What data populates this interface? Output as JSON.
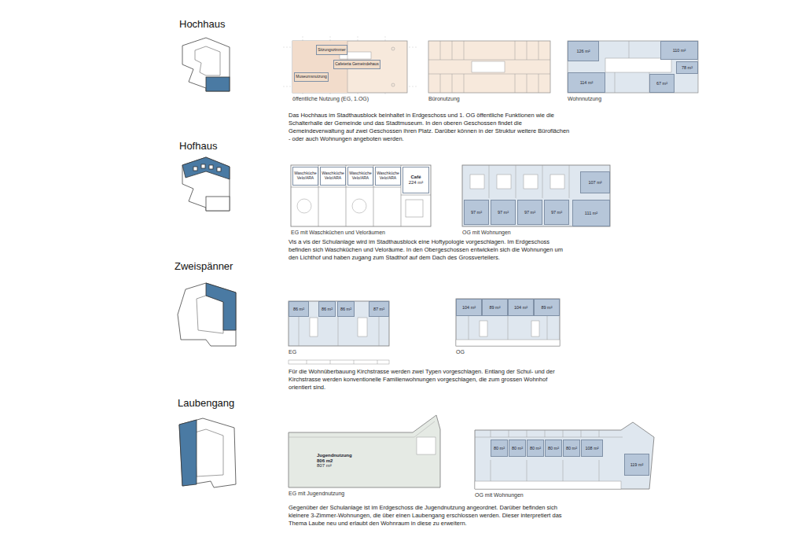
{
  "diagram": {
    "nodes": [
      {
        "text": [
          "öffentliche Nutzung (EG, 1.OG)"
        ]
      },
      {
        "text": [
          "Sitzungszimmer"
        ],
        "in": 0
      },
      {
        "text": [
          "Cafeteria Gemeindehaus"
        ],
        "in": 0
      },
      {
        "text": [
          "Museumsnutzung"
        ],
        "in": 0
      },
      {
        "text": [
          "Büronutzung"
        ]
      },
      {
        "text": [
          "Wohnnutzung"
        ]
      },
      {
        "text": [
          "126 m²"
        ],
        "in": 5
      },
      {
        "text": [
          "110 m²"
        ],
        "in": 5
      },
      {
        "text": [
          "78 m²"
        ],
        "in": 5
      },
      {
        "text": [
          "114 m²"
        ],
        "in": 5
      },
      {
        "text": [
          "67 m²"
        ],
        "in": 5
      },
      {
        "text": [
          "EG mit Waschküchen und Veloräumen"
        ]
      },
      {
        "text": [
          "Waschküche Velo/ARA"
        ],
        "in": 11
      },
      {
        "text": [
          "Waschküche Velo/ARA"
        ],
        "in": 11
      },
      {
        "text": [
          "Waschküche Velo/ARA"
        ],
        "in": 11
      },
      {
        "text": [
          "Waschküche Velo/ARA"
        ],
        "in": 11
      },
      {
        "text": [
          "Café",
          "224 m²"
        ],
        "in": 11
      },
      {
        "text": [
          "OG mit Wohnungen"
        ]
      },
      {
        "text": [
          "107 m²"
        ],
        "in": 17
      },
      {
        "text": [
          "97 m²"
        ],
        "in": 17
      },
      {
        "text": [
          "97 m²"
        ],
        "in": 17
      },
      {
        "text": [
          "97 m²"
        ],
        "in": 17
      },
      {
        "text": [
          "97 m²"
        ],
        "in": 17
      },
      {
        "text": [
          "111 m²"
        ],
        "in": 17
      },
      {
        "text": [
          "EG"
        ]
      },
      {
        "text": [
          "86 m²"
        ],
        "in": 24
      },
      {
        "text": [
          "86 m²"
        ],
        "in": 24
      },
      {
        "text": [
          "86 m²"
        ],
        "in": 24
      },
      {
        "text": [
          "87 m²"
        ],
        "in": 24
      },
      {
        "text": [
          "OG"
        ]
      },
      {
        "text": [
          "104 m²"
        ],
        "in": 29
      },
      {
        "text": [
          "89 m²"
        ],
        "in": 29
      },
      {
        "text": [
          "104 m²"
        ],
        "in": 29
      },
      {
        "text": [
          "89 m²"
        ],
        "in": 29
      },
      {
        "text": [
          "EG mit Jugendnutzung"
        ]
      },
      {
        "text": [
          "Jugendnutzung",
          "806 m2",
          "807 m²"
        ],
        "in": 34
      },
      {
        "text": [
          "OG mit Wohnungen"
        ]
      },
      {
        "text": [
          "80 m²"
        ],
        "in": 36
      },
      {
        "text": [
          "80 m²"
        ],
        "in": 36
      },
      {
        "text": [
          "80 m²"
        ],
        "in": 36
      },
      {
        "text": [
          "80 m²"
        ],
        "in": 36
      },
      {
        "text": [
          "80 m²"
        ],
        "in": 36
      },
      {
        "text": [
          "108 m²"
        ],
        "in": 36
      },
      {
        "text": [
          "119 m²"
        ],
        "in": 36
      }
    ],
    "labels": [
      "Hochhaus",
      "Das Hochhaus im Stadthausblock beinhaltet in Erdgeschoss und 1. OG öffentliche Funktionen wie die Schalterhalle der Gemeinde und das Stadtmuseum. In den oberen Geschossen findet die Gemeindeverwaltung auf zwei Geschossen ihren Platz. Darüber können in der Struktur weitere Büroflächen - oder auch Wohnungen angeboten werden.",
      "Hofhaus",
      "Vis a vis der Schulanlage wird im Stadthausblock eine Hoftypologie vorgeschlagen. Im Erdgeschoss befinden sich Waschküchen und Veloräume. In den Obergeschossen entwickeln sich die Wohnungen um den Lichthof und haben zugang zum Stadthof auf dem Dach des Grossverteilers.",
      "Zweispänner",
      "Für die Wohnüberbauung Kirchstrasse werden zwei Typen vorgeschlagen. Entlang der Schul- und der Kirchstrasse werden konventionelle Familienwohnungen vorgeschlagen, die zum grossen Wohnhof orientiert sind.",
      "Laubengang",
      "Gegenüber der Schulanlage ist im Erdgeschoss die Jugendnutzung angeordnet. Darüber befinden sich kleinere 3-Zimmer-Wohnungen, die über einen Laubengang erschlossen werden. Dieser interpretiert das Thema Laube neu und erlaubt den Wohnraum in diese zu erweitern."
    ]
  }
}
